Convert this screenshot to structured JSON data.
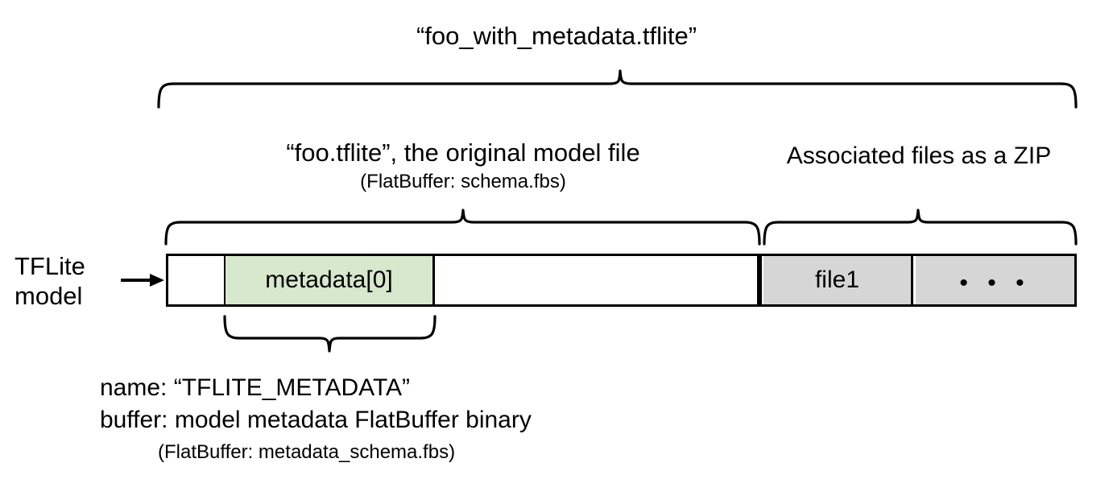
{
  "diagram": {
    "title": "“foo_with_metadata.tflite”",
    "source_label": "TFLite\nmodel",
    "sections": {
      "model_file": {
        "caption": "“foo.tflite”, the original model file",
        "subcaption": "(FlatBuffer: schema.fbs)"
      },
      "zip": {
        "caption": "Associated files as a ZIP"
      }
    },
    "bar_cells": [
      {
        "id": "header",
        "label": "",
        "fill": "#ffffff"
      },
      {
        "id": "metadata",
        "label": "metadata[0]",
        "fill": "#d7e8cd"
      },
      {
        "id": "body",
        "label": "",
        "fill": "#ffffff"
      },
      {
        "id": "file1",
        "label": "file1",
        "fill": "#d6d6d6"
      },
      {
        "id": "more",
        "label": "• • •",
        "fill": "#d6d6d6"
      }
    ],
    "metadata_detail": {
      "name_line": "name: “TFLITE_METADATA”",
      "buffer_line": "buffer: model metadata FlatBuffer binary",
      "schema_line": "(FlatBuffer: metadata_schema.fbs)"
    },
    "colors": {
      "stroke": "#000000",
      "metadata_fill": "#d7e8cd",
      "zip_fill": "#d6d6d6",
      "background": "#ffffff"
    },
    "icons": {
      "arrow": "→"
    }
  }
}
